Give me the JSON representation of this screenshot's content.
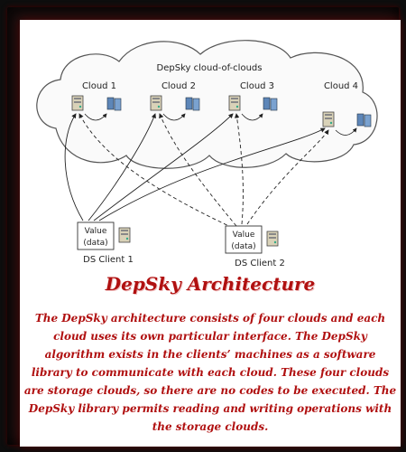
{
  "diagram": {
    "cloud_title": "DepSky cloud-of-clouds",
    "clouds": [
      {
        "label": "Cloud 1"
      },
      {
        "label": "Cloud 2"
      },
      {
        "label": "Cloud 3"
      },
      {
        "label": "Cloud 4"
      }
    ],
    "clients": [
      {
        "value_label": "Value",
        "data_label": "(data)",
        "name": "DS Client 1"
      },
      {
        "value_label": "Value",
        "data_label": "(data)",
        "name": "DS Client 2"
      }
    ]
  },
  "caption": {
    "title": "DepSky Architecture",
    "body": "The DepSky architecture consists of four clouds and each cloud uses its own particular interface. The DepSky algorithm exists in the clients’ machines as a software library to communicate with each cloud. These four clouds are storage clouds, so there are no codes to be executed. The DepSky library permits reading and writing operations with the storage clouds."
  },
  "colors": {
    "caption_text": "#b01010",
    "frame": "#1a0f0f"
  }
}
